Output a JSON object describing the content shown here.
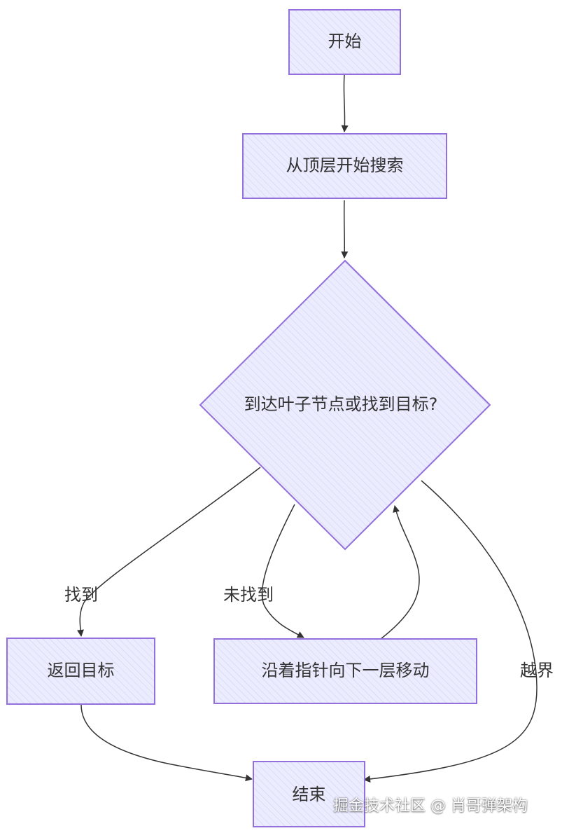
{
  "nodes": {
    "start": "开始",
    "search": "从顶层开始搜索",
    "decision": "到达叶子节点或找到目标?",
    "return_target": "返回目标",
    "move_down": "沿着指针向下一层移动",
    "end": "结束"
  },
  "edges": {
    "found": "找到",
    "not_found": "未找到",
    "out_of_bounds": "越界"
  },
  "watermark": "掘金技术社区 @ 肖哥弹架构",
  "colors": {
    "node_fill": "#ECECFF",
    "node_stroke": "#9370DB",
    "edge": "#333333",
    "text": "#333333"
  }
}
